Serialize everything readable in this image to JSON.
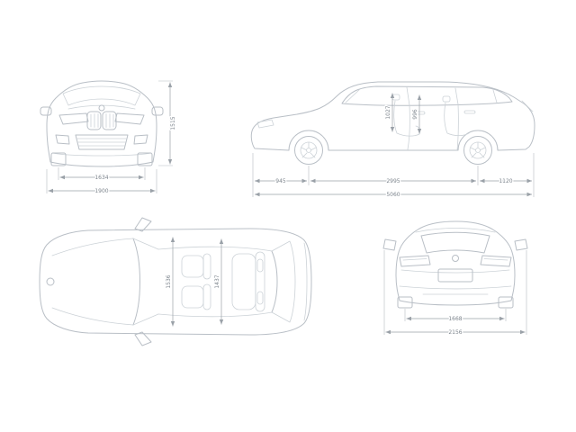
{
  "colors": {
    "background": "#ffffff",
    "car_line": "#b9bfc6",
    "car_line_light": "#ccd2d7",
    "dim_line": "#9aa1a8",
    "dim_text": "#7d858d"
  },
  "diagram": {
    "front_view": {
      "height": "1515",
      "track": "1634",
      "width": "1900"
    },
    "side_view": {
      "front_overhang": "945",
      "wheelbase": "2995",
      "rear_overhang": "1120",
      "length": "5060",
      "headroom_front": "1027",
      "headroom_rear": "996"
    },
    "top_view": {
      "interior_width_front": "1536",
      "interior_width_rear": "1437"
    },
    "rear_view": {
      "track": "1668",
      "width_incl_mirrors": "2156"
    }
  }
}
